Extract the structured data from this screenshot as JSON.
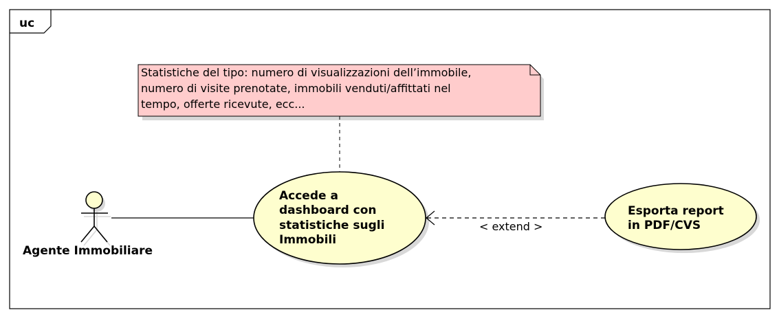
{
  "frame": {
    "label": "uc"
  },
  "note": {
    "lines": [
      "Statistiche del tipo: numero di visualizzazioni dell’immobile,",
      "numero di visite prenotate, immobili venduti/affittati nel",
      "tempo, offerte ricevute, ecc..."
    ],
    "fill_color": "#FFCCCC"
  },
  "actor": {
    "name": "Agente Immobiliare",
    "fill_color": "#FEFECE"
  },
  "use_cases": [
    {
      "id": "dashboard",
      "lines": [
        "Accede a",
        "dashboard con",
        "statistiche sugli",
        "Immobili"
      ]
    },
    {
      "id": "report",
      "lines": [
        "Esporta report",
        "in PDF/CVS"
      ]
    }
  ],
  "relation": {
    "label": "< extend >"
  },
  "colors": {
    "usecase_fill": "#FEFECE",
    "stroke": "#000000",
    "shadow": "#D8D8D8"
  }
}
